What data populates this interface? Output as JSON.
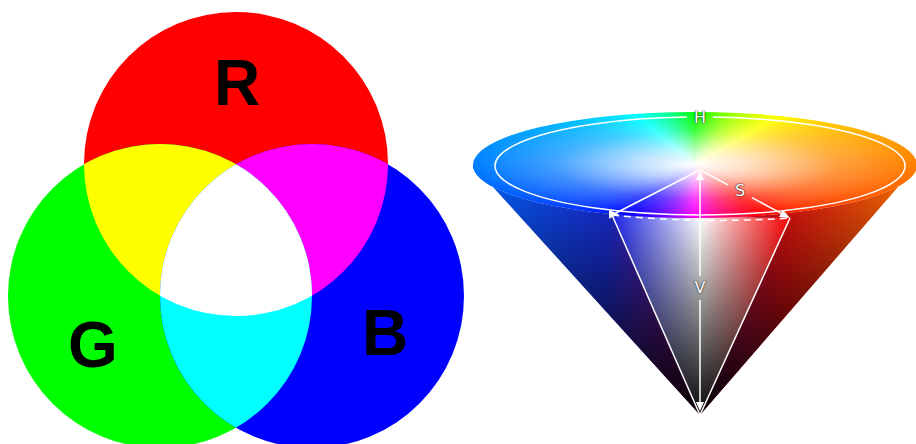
{
  "diagram": {
    "nodes": [
      {
        "text": [
          "R"
        ]
      },
      {
        "text": [
          "G"
        ]
      },
      {
        "text": [
          "B"
        ]
      }
    ],
    "labels": [
      "H",
      "S",
      "V"
    ]
  }
}
